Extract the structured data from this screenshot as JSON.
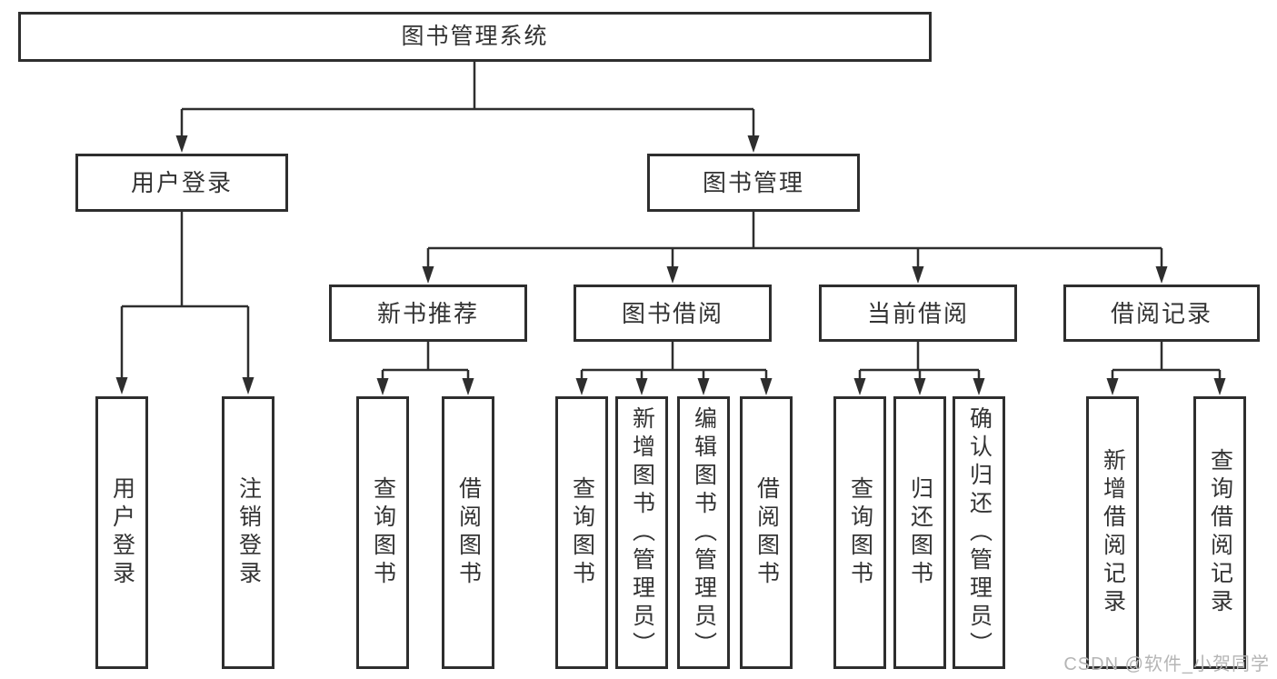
{
  "title_box": "图书管理系统",
  "level2": {
    "user_login": "用户登录",
    "book_mgmt": "图书管理"
  },
  "level3": {
    "new_book_rec": "新书推荐",
    "book_borrow": "图书借阅",
    "current_borrow": "当前借阅",
    "borrow_records": "借阅记录"
  },
  "leaves": {
    "user_login": [
      "用户登录",
      "注销登录"
    ],
    "new_book_rec": [
      "查询图书",
      "借阅图书"
    ],
    "book_borrow": [
      "查询图书",
      "新增图书（管理员）",
      "编辑图书（管理员）",
      "借阅图书"
    ],
    "current_borrow": [
      "查询图书",
      "归还图书",
      "确认归还（管理员）"
    ],
    "borrow_records": [
      "新增借阅记录",
      "查询借阅记录"
    ]
  },
  "watermark": "CSDN @软件_小贺同学",
  "colors": {
    "line": "#2e2e2e",
    "text": "#333333",
    "watermark": "#b5b5b5",
    "background": "#ffffff"
  }
}
